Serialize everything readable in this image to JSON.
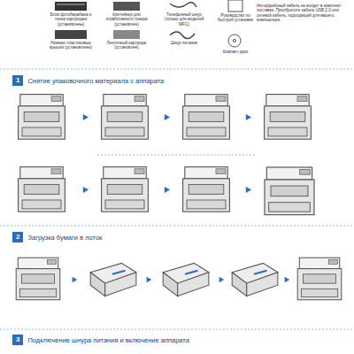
{
  "diagram": {
    "nodes": [
      {
        "text": [
          "1",
          "Снятие упаковочного материала с аппарата"
        ]
      },
      {
        "text": [
          "2",
          "Загрузка бумаги в лоток"
        ]
      },
      {
        "text": [
          "3",
          "Подключение шнура питания и включение аппарата"
        ]
      }
    ],
    "labels": [
      "Блок фотобарабана и тонер-картриджи (установлены)",
      "Контейнер для отработанного тонера (установлен)",
      "Телефонный шнур (только для моделей MFC)",
      "Руководство по быстрой установке",
      "Нижние пластиковые крышки (установлены)",
      "Ленточный картридж (установлен)",
      "Шнур питания",
      "Компакт-диск",
      "Интерфейсный кабель не входит в комплект поставки. Приобретите кабель USB 2.0 или сетевой кабель, подходящий для вашего компьютера."
    ]
  }
}
